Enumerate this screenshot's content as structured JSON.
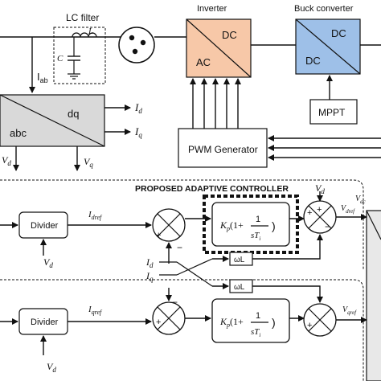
{
  "labels": {
    "lc_filter": "LC filter",
    "inductor": "L",
    "capacitor": "C",
    "inverter": "Inverter",
    "inverter_dc": "DC",
    "inverter_ac": "AC",
    "buck_converter": "Buck converter",
    "buck_dc_top": "DC",
    "buck_dc_bottom": "DC",
    "i_ab": "I",
    "i_ab_sub": "ab",
    "abc": "abc",
    "dq": "dq",
    "id_out": "I",
    "id_out_sub": "d",
    "iq_out": "I",
    "iq_out_sub": "q",
    "vd_out": "V",
    "vd_out_sub": "d",
    "vq_out": "V",
    "vq_out_sub": "q",
    "mppt": "MPPT",
    "pwm_generator": "PWM Generator",
    "proposed_controller": "PROPOSED ADAPTIVE CONTROLLER",
    "divider_top": "Divider",
    "divider_bottom": "Divider",
    "idref": "I",
    "idref_sub": "dref",
    "iqref": "I",
    "iqref_sub": "qref",
    "vd_top": "V",
    "vd_top_sub": "d",
    "vd_bottom": "V",
    "vd_bottom_sub": "d",
    "vd_sum": "V",
    "vd_sum_sub": "d",
    "vac": "V",
    "vac_sub": "ac",
    "vdref": "V",
    "vdref_sub": "dref",
    "vqref": "V",
    "vqref_sub": "qref",
    "id_cross": "I",
    "id_cross_sub": "d",
    "iq_cross": "I",
    "iq_cross_sub": "q",
    "omega_l_top": "ωL",
    "omega_l_bottom": "ωL",
    "plus": "+",
    "minus": "−"
  },
  "colors": {
    "inverter_fill": "#f7c8a8",
    "buck_fill": "#9ec0e8",
    "abc_fill": "#d9d9d9",
    "line": "#111111"
  }
}
